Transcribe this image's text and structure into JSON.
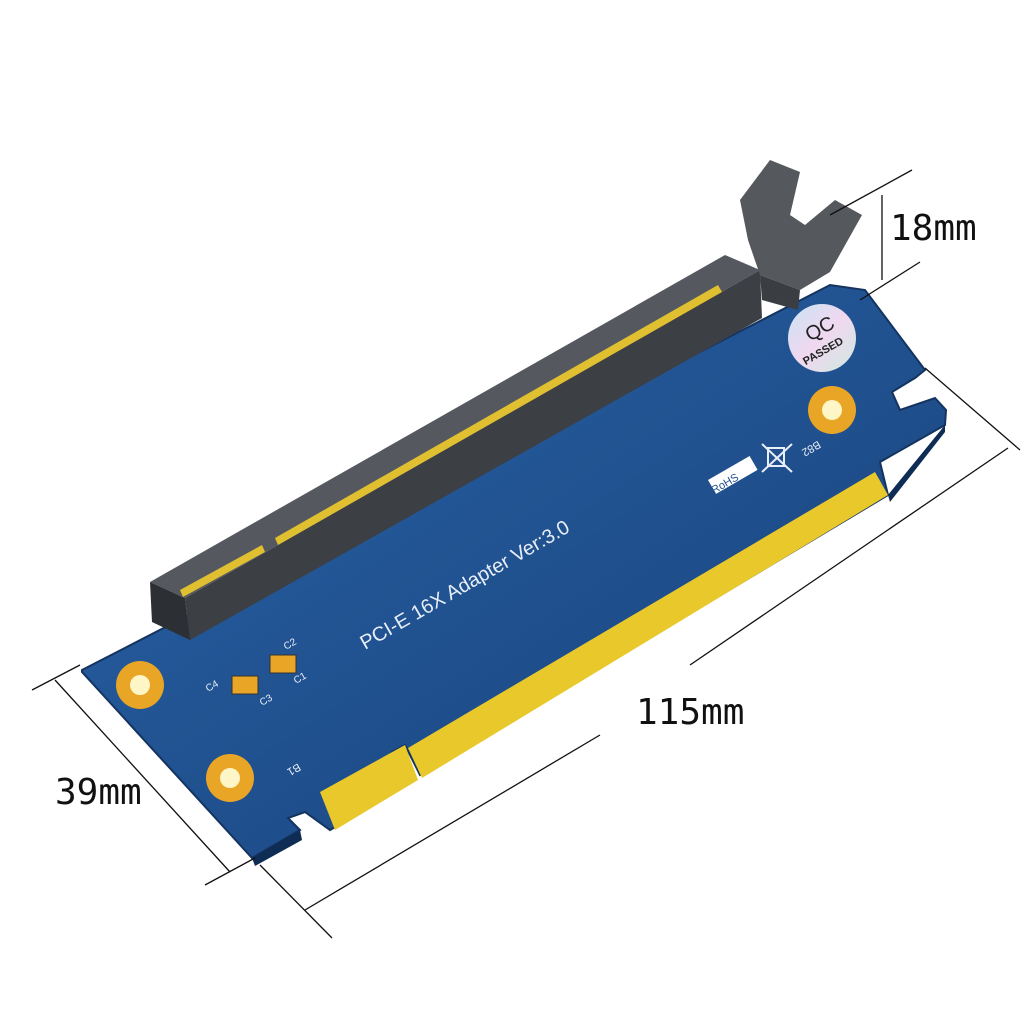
{
  "product": {
    "board_label": "PCI-E 16X  Adapter  Ver:3.0",
    "components": [
      "C1",
      "C2",
      "C3",
      "C4"
    ],
    "pin_labels": [
      "B1",
      "B82"
    ],
    "rohs_label": "RoHS",
    "qc_badge": [
      "QC",
      "PASSED"
    ]
  },
  "dimensions": {
    "height": "18mm",
    "length": "115mm",
    "width": "39mm"
  },
  "colors": {
    "pcb": "#1f4f8f",
    "gold": "#e8c82a",
    "slot": "#3c3f44",
    "pad": "#e9a526"
  }
}
